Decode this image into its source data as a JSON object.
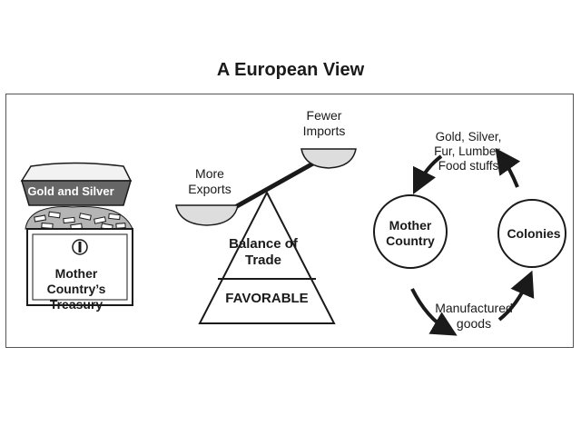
{
  "title": "A European View",
  "treasury": {
    "lid_label": "Gold and Silver",
    "label_line1": "Mother",
    "label_line2": "Country’s Treasury"
  },
  "scale": {
    "left_pan_line1": "More",
    "left_pan_line2": "Exports",
    "right_pan_line1": "Fewer",
    "right_pan_line2": "Imports",
    "fulcrum_line1": "Balance of",
    "fulcrum_line2": "Trade",
    "base_label": "FAVORABLE"
  },
  "cycle": {
    "node_mother_line1": "Mother",
    "node_mother_line2": "Country",
    "node_colonies": "Colonies",
    "top_flow": [
      "Gold, Silver,",
      "Fur, Lumber,",
      "Food stuffs"
    ],
    "bottom_flow_line1": "Manufactured",
    "bottom_flow_line2": "goods"
  },
  "colors": {
    "ink": "#1a1a1a",
    "lid": "#666666",
    "coins": "#9a9a9a"
  }
}
